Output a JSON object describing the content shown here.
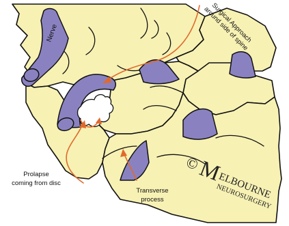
{
  "labels": {
    "nerve": "Nerve",
    "surgical_line1": "Surgical Approach",
    "surgical_line2": "around side of spine",
    "prolapse_line1": "Prolapse",
    "prolapse_line2": "coming from disc",
    "transverse_line1": "Transverse",
    "transverse_line2": "process"
  },
  "watermark": {
    "copyright": "©",
    "brand_initial": "M",
    "brand_rest": "ELBOURNE",
    "subline": "NEUROSURGERY"
  },
  "colors": {
    "bone": "#f7f1b4",
    "nerve": "#8a82c0",
    "arrow": "#e06a2c",
    "outline": "#111111"
  }
}
